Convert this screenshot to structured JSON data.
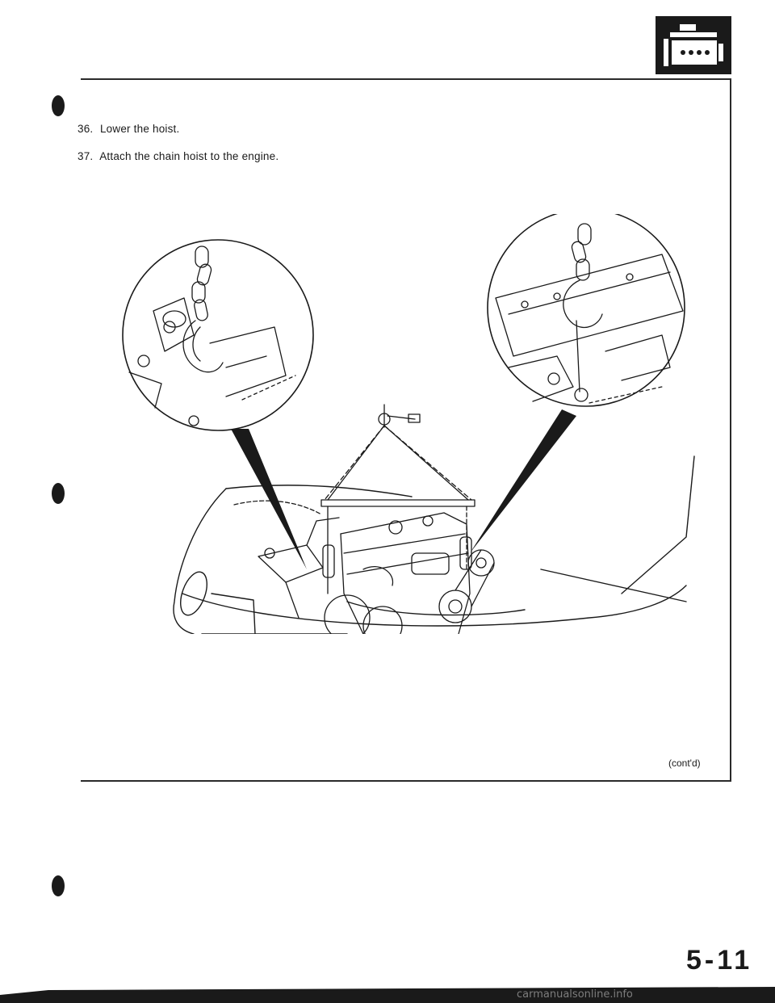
{
  "steps": [
    {
      "number": "36.",
      "text": "Lower the hoist."
    },
    {
      "number": "37.",
      "text": "Attach the chain hoist to the engine."
    }
  ],
  "continued_label": "(cont'd)",
  "page_number": "5-11",
  "watermark": "carmanualsonline.info",
  "header_icon": "engine-section-icon",
  "colors": {
    "ink": "#1a1a1a",
    "paper": "#ffffff"
  }
}
